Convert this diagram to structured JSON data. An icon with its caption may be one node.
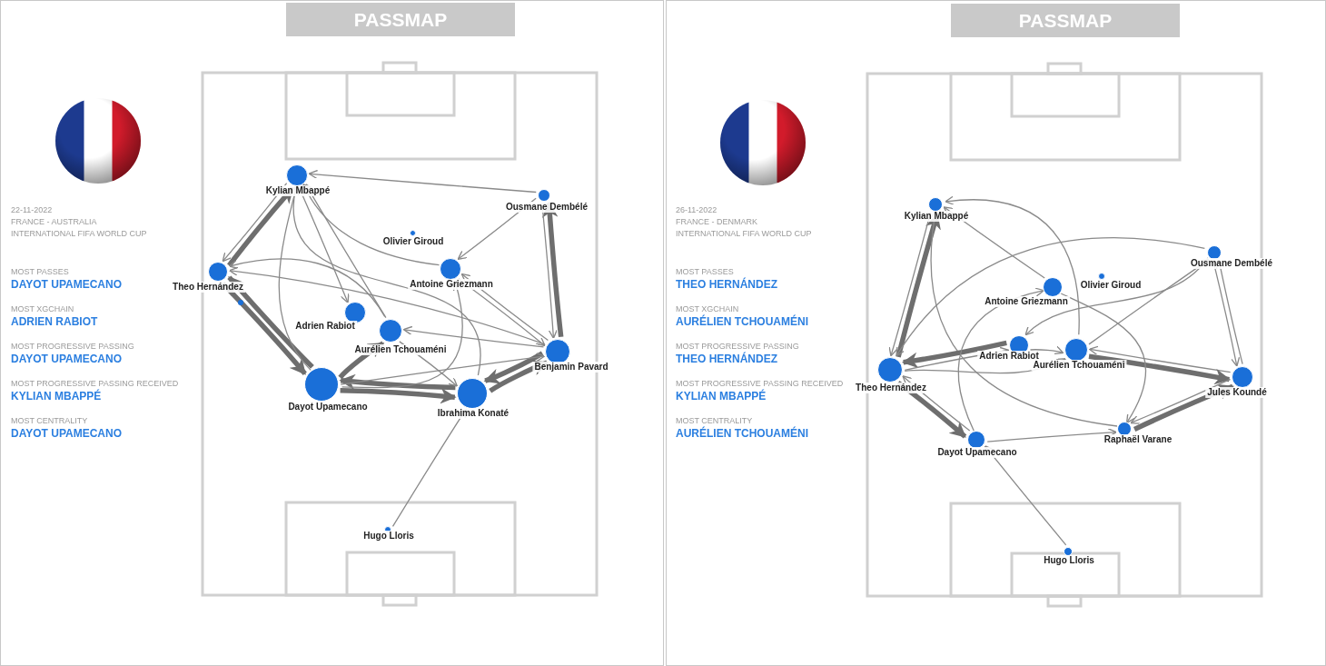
{
  "diagram": {
    "nodes": [
      {
        "text": [
          "Kylian Mbappé"
        ]
      },
      {
        "text": [
          "Ousmane Dembélé"
        ]
      },
      {
        "text": [
          "Olivier Giroud"
        ]
      },
      {
        "text": [
          "Antoine Griezmann"
        ]
      },
      {
        "text": [
          "Theo Hernández"
        ]
      },
      {
        "text": [
          "Adrien Rabiot"
        ]
      },
      {
        "text": [
          "Aurélien Tchouaméni"
        ]
      },
      {
        "text": [
          "Benjamin Pavard"
        ]
      },
      {
        "text": [
          "Dayot Upamecano"
        ]
      },
      {
        "text": [
          "Ibrahima Konaté"
        ]
      },
      {
        "text": [
          "Hugo Lloris"
        ]
      },
      {
        "text": [
          "Kylian Mbappé"
        ]
      },
      {
        "text": [
          "Ousmane Dembélé"
        ]
      },
      {
        "text": [
          "Olivier Giroud"
        ]
      },
      {
        "text": [
          "Antoine Griezmann"
        ]
      },
      {
        "text": [
          "Theo Hernández"
        ]
      },
      {
        "text": [
          "Adrien Rabiot"
        ]
      },
      {
        "text": [
          "Aurélien Tchouaméni"
        ]
      },
      {
        "text": [
          "Jules Koundé"
        ]
      },
      {
        "text": [
          "Dayot Upamecano"
        ]
      },
      {
        "text": [
          "Raphaël Varane"
        ]
      },
      {
        "text": [
          "Hugo Lloris"
        ]
      }
    ],
    "edges": [
      {
        "from": 1,
        "to": 0,
        "arrow": "to"
      },
      {
        "from": 4,
        "to": 0,
        "arrow": "to",
        "style": "thick"
      },
      {
        "from": 0,
        "to": 4,
        "arrow": "to"
      },
      {
        "from": 8,
        "to": 4,
        "arrow": "to",
        "style": "thick"
      },
      {
        "from": 4,
        "to": 8,
        "arrow": "to",
        "style": "thick"
      },
      {
        "from": 7,
        "to": 4,
        "arrow": "to"
      },
      {
        "from": 6,
        "to": 4,
        "arrow": "to"
      },
      {
        "from": 8,
        "to": 0,
        "arrow": "to"
      },
      {
        "from": 6,
        "to": 0,
        "arrow": "to"
      },
      {
        "from": 0,
        "to": 5,
        "arrow": "to"
      },
      {
        "from": 3,
        "to": 0,
        "arrow": "to"
      },
      {
        "from": 9,
        "to": 0,
        "arrow": "to"
      },
      {
        "from": 1,
        "to": 3,
        "arrow": "to"
      },
      {
        "from": 7,
        "to": 1,
        "arrow": "to",
        "style": "thick"
      },
      {
        "from": 1,
        "to": 7,
        "arrow": "to"
      },
      {
        "from": 7,
        "to": 3,
        "arrow": "to"
      },
      {
        "from": 3,
        "to": 7,
        "arrow": "to"
      },
      {
        "from": 8,
        "to": 9,
        "arrow": "to",
        "style": "thick"
      },
      {
        "from": 9,
        "to": 8,
        "arrow": "to",
        "style": "thick"
      },
      {
        "from": 9,
        "to": 7,
        "arrow": "to",
        "style": "thick"
      },
      {
        "from": 7,
        "to": 9,
        "arrow": "to",
        "style": "thick"
      },
      {
        "from": 7,
        "to": 6,
        "arrow": "to"
      },
      {
        "from": 8,
        "to": 7,
        "arrow": "to"
      },
      {
        "from": 8,
        "to": 3,
        "arrow": "to"
      },
      {
        "from": 8,
        "to": 6,
        "arrow": "to",
        "style": "thick"
      },
      {
        "from": 6,
        "to": 9,
        "arrow": "to"
      },
      {
        "from": 10,
        "to": 9,
        "arrow": "to"
      },
      {
        "from": 15,
        "to": 11,
        "arrow": "to",
        "style": "thick"
      },
      {
        "from": 11,
        "to": 15,
        "arrow": "to"
      },
      {
        "from": 15,
        "to": 19,
        "arrow": "to",
        "style": "thick"
      },
      {
        "from": 19,
        "to": 15,
        "arrow": "to"
      },
      {
        "from": 14,
        "to": 11,
        "arrow": "to"
      },
      {
        "from": 20,
        "to": 11,
        "arrow": "to"
      },
      {
        "from": 17,
        "to": 11,
        "arrow": "to"
      },
      {
        "from": 16,
        "to": 15,
        "arrow": "to",
        "style": "thick"
      },
      {
        "from": 15,
        "to": 16,
        "arrow": "to"
      },
      {
        "from": 12,
        "to": 15,
        "arrow": "to"
      },
      {
        "from": 18,
        "to": 17,
        "arrow": "to"
      },
      {
        "from": 17,
        "to": 18,
        "arrow": "to",
        "style": "thick"
      },
      {
        "from": 20,
        "to": 18,
        "arrow": "to",
        "style": "thick"
      },
      {
        "from": 18,
        "to": 20,
        "arrow": "to"
      },
      {
        "from": 18,
        "to": 12,
        "arrow": "to"
      },
      {
        "from": 12,
        "to": 18,
        "arrow": "to"
      },
      {
        "from": 19,
        "to": 20,
        "arrow": "to"
      },
      {
        "from": 21,
        "to": 19,
        "arrow": "to"
      },
      {
        "from": 19,
        "to": 14,
        "arrow": "to"
      },
      {
        "from": 12,
        "to": 16,
        "arrow": "to"
      },
      {
        "from": 16,
        "to": 17,
        "arrow": "to"
      },
      {
        "from": 14,
        "to": 20,
        "arrow": "to"
      },
      {
        "from": 17,
        "to": 12,
        "arrow": "to"
      },
      {
        "from": 15,
        "to": 17,
        "arrow": "to"
      }
    ],
    "labels": [
      "PASSMAP",
      "22-11-2022",
      "FRANCE - AUSTRALIA",
      "INTERNATIONAL FIFA WORLD CUP",
      "MOST PASSES",
      "DAYOT UPAMECANO",
      "MOST XGCHAIN",
      "ADRIEN RABIOT",
      "MOST PROGRESSIVE PASSING",
      "DAYOT UPAMECANO",
      "MOST PROGRESSIVE PASSING RECEIVED",
      "KYLIAN MBAPPÉ",
      "MOST CENTRALITY",
      "DAYOT UPAMECANO",
      "PASSMAP",
      "26-11-2022",
      "FRANCE - DENMARK",
      "INTERNATIONAL FIFA WORLD CUP",
      "MOST PASSES",
      "THEO HERNÁNDEZ",
      "MOST XGCHAIN",
      "AURÉLIEN TCHOUAMÉNI",
      "MOST PROGRESSIVE PASSING",
      "THEO HERNÁNDEZ",
      "MOST PROGRESSIVE PASSING RECEIVED",
      "KYLIAN MBAPPÉ",
      "MOST CENTRALITY",
      "AURÉLIEN TCHOUAMÉNI"
    ]
  }
}
